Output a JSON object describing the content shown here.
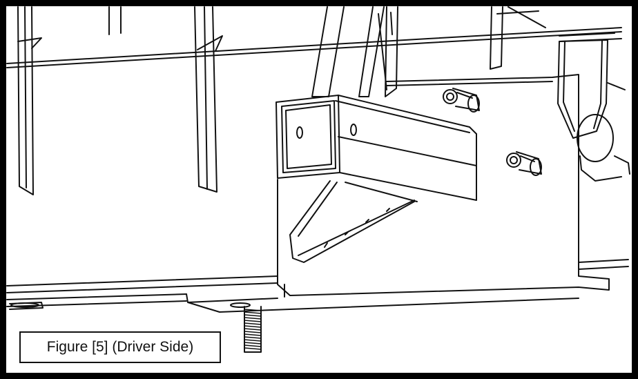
{
  "figure": {
    "caption": "Figure [5] (Driver Side)"
  },
  "colors": {
    "line": "#111111",
    "background": "#ffffff",
    "border": "#000000"
  },
  "parts": [
    "frame-rail",
    "hitch-receiver-tube",
    "gusset-plate",
    "bolt",
    "flange-bolt",
    "threaded-bolt",
    "vertical-fins",
    "bracket-plate",
    "roller-mount"
  ]
}
